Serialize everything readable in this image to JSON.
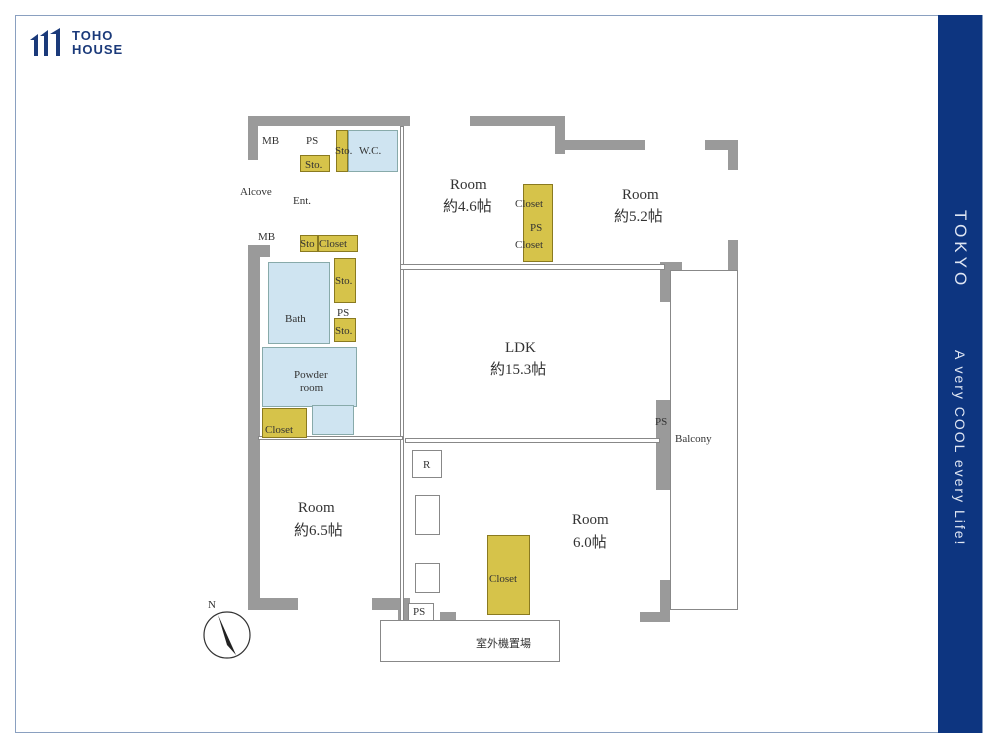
{
  "brand": {
    "line1": "TOHO",
    "line2": "HOUSE"
  },
  "side_band": {
    "title": "TOKYO",
    "tagline": "A very COOL every Life!",
    "color": "#0d3580"
  },
  "compass": {
    "label": "N"
  },
  "rooms": {
    "mb1": "MB",
    "ps1": "PS",
    "sto1": "Sto.",
    "sto_wc": "Sto.",
    "wc": "W.C.",
    "alcove": "Alcove",
    "ent": "Ent.",
    "mb2": "MB",
    "sto2": "Sto",
    "closet_ent": "Closet",
    "sto3": "Sto.",
    "bath": "Bath",
    "ps2": "PS",
    "sto4": "Sto.",
    "powder1": "Powder",
    "powder2": "room",
    "closet_powder": "Closet",
    "room_a": "Room",
    "room_a_size": "約4.6帖",
    "closet_a1": "Closet",
    "ps3": "PS",
    "closet_a2": "Closet",
    "room_b": "Room",
    "room_b_size": "約5.2帖",
    "ldk": "LDK",
    "ldk_size": "約15.3帖",
    "ps4": "PS",
    "balcony": "Balcony",
    "fridge": "R",
    "room_c": "Room",
    "room_c_size": "約6.5帖",
    "room_d": "Room",
    "room_d_size": "6.0帖",
    "closet_d": "Closet",
    "ps5": "PS",
    "outdoor_unit": "室外機置場"
  },
  "colors": {
    "wall": "#9a9a9a",
    "wet_area": "#cfe4f1",
    "storage": "#d6c34a"
  }
}
